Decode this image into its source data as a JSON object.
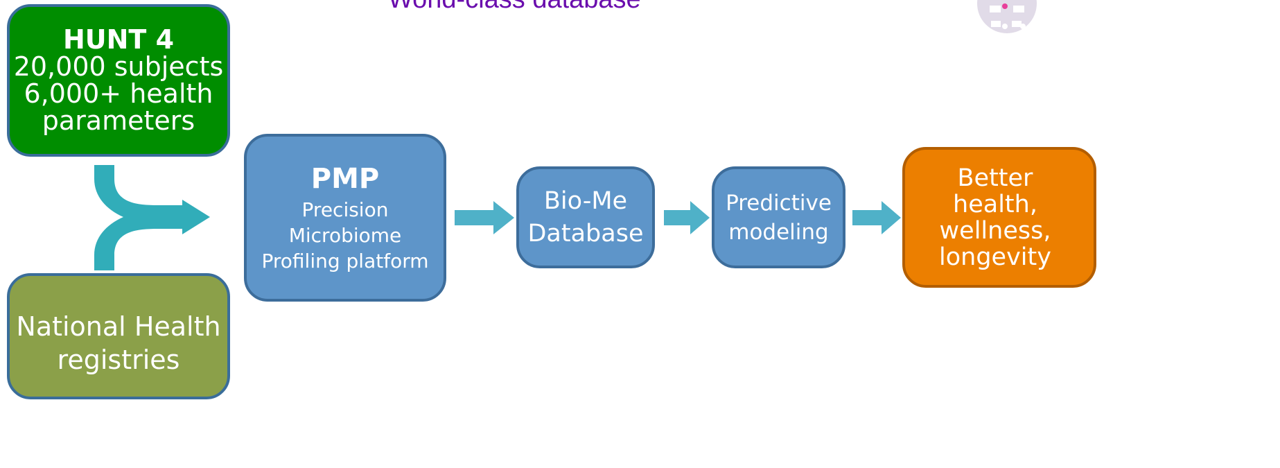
{
  "header": {
    "title": "World-class database"
  },
  "boxes": {
    "hunt": {
      "heading": "HUNT 4",
      "line1": "20,000 subjects",
      "line2": "6,000+ health",
      "line3": "parameters"
    },
    "registries": {
      "line1": "National Health",
      "line2": "registries"
    },
    "pmp": {
      "heading": "PMP",
      "line1": "Precision",
      "line2": "Microbiome",
      "line3": "Profiling platform"
    },
    "biome": {
      "line1": "Bio-Me",
      "line2": "Database"
    },
    "predictive": {
      "line1": "Predictive",
      "line2": "modeling"
    },
    "outcome": {
      "line1": "Better",
      "line2": "health,",
      "line3": "wellness,",
      "line4": "longevity"
    }
  },
  "colors": {
    "title": "#6a0dad",
    "hunt_fill": "#008d00",
    "registries_fill": "#8ba049",
    "process_fill": "#5e95c9",
    "outcome_fill": "#ec7f00",
    "arrow": "#4fb1c8",
    "merge_arrow": "#31adb9"
  },
  "icons": {
    "merge_arrow": "merge-arrow-icon",
    "flow_arrow": "right-arrow-icon",
    "logo": "logo-icon"
  }
}
